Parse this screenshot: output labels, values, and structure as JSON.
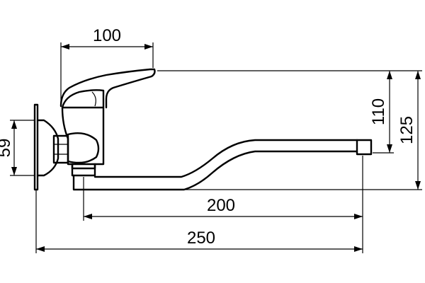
{
  "drawing": {
    "units": "mm",
    "dimensions": {
      "handle_reach": "100",
      "outlet_drop": "110",
      "overall_height": "125",
      "mount_height": "59",
      "spout_length": "200",
      "overall_length": "250"
    }
  },
  "colors": {
    "line": "#000000",
    "background": "#ffffff"
  }
}
